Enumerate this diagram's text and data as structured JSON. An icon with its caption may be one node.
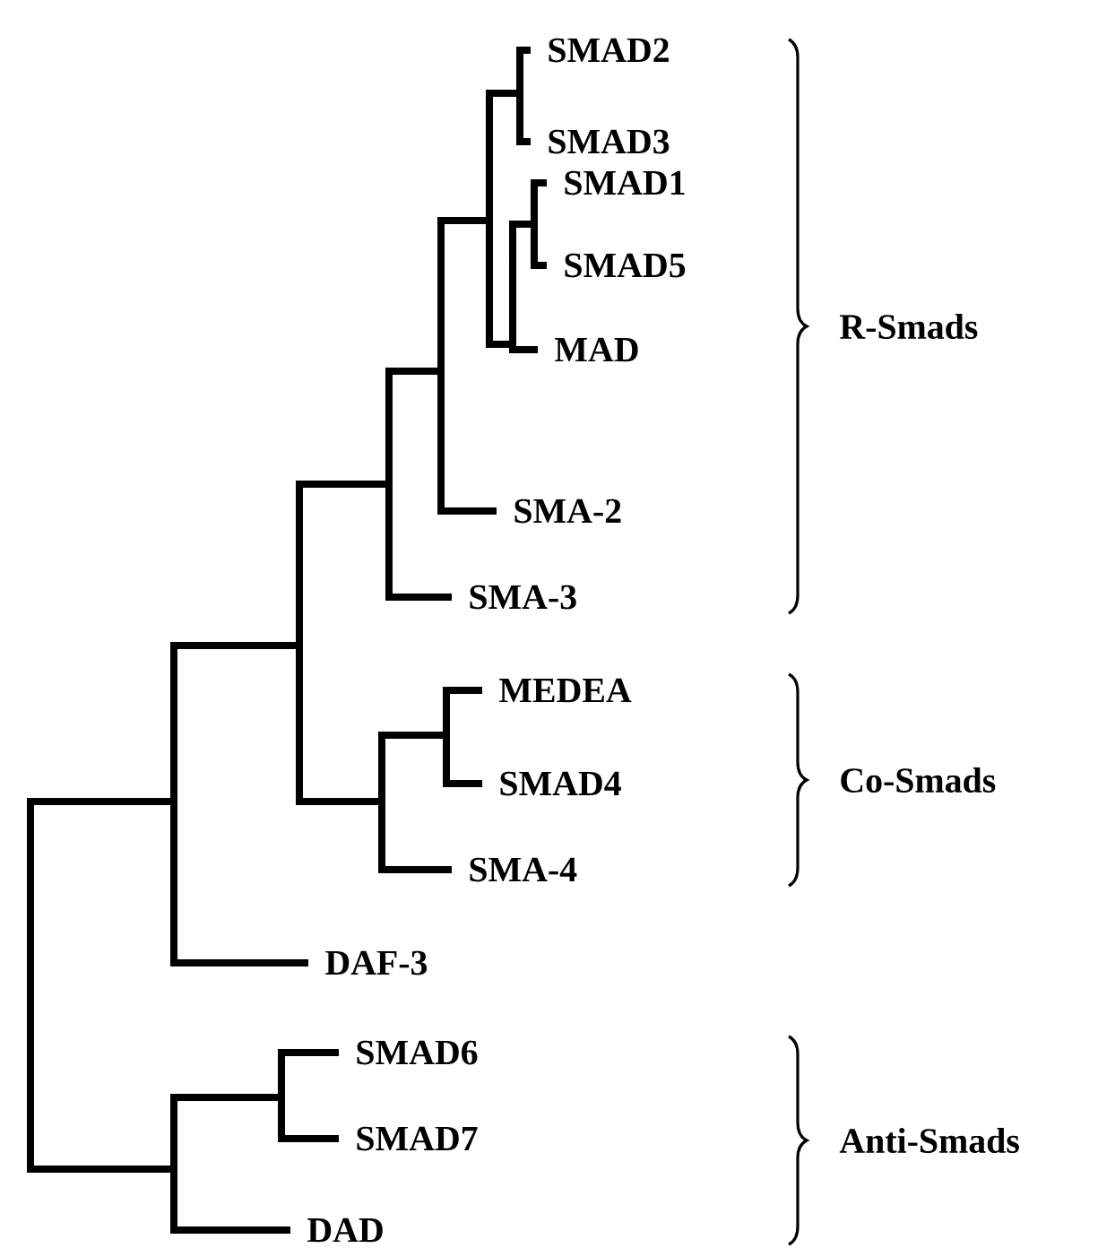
{
  "diagram": {
    "labels": [
      "SMAD2",
      "SMAD3",
      "SMAD1",
      "SMAD5",
      "R-Smads",
      "MAD",
      "SMA-2",
      "SMA-3",
      "MEDEA",
      "SMAD4",
      "Co-Smads",
      "SMA-4",
      "DAF-3",
      "SMAD6",
      "SMAD7",
      "Anti-Smads",
      "DAD"
    ]
  }
}
